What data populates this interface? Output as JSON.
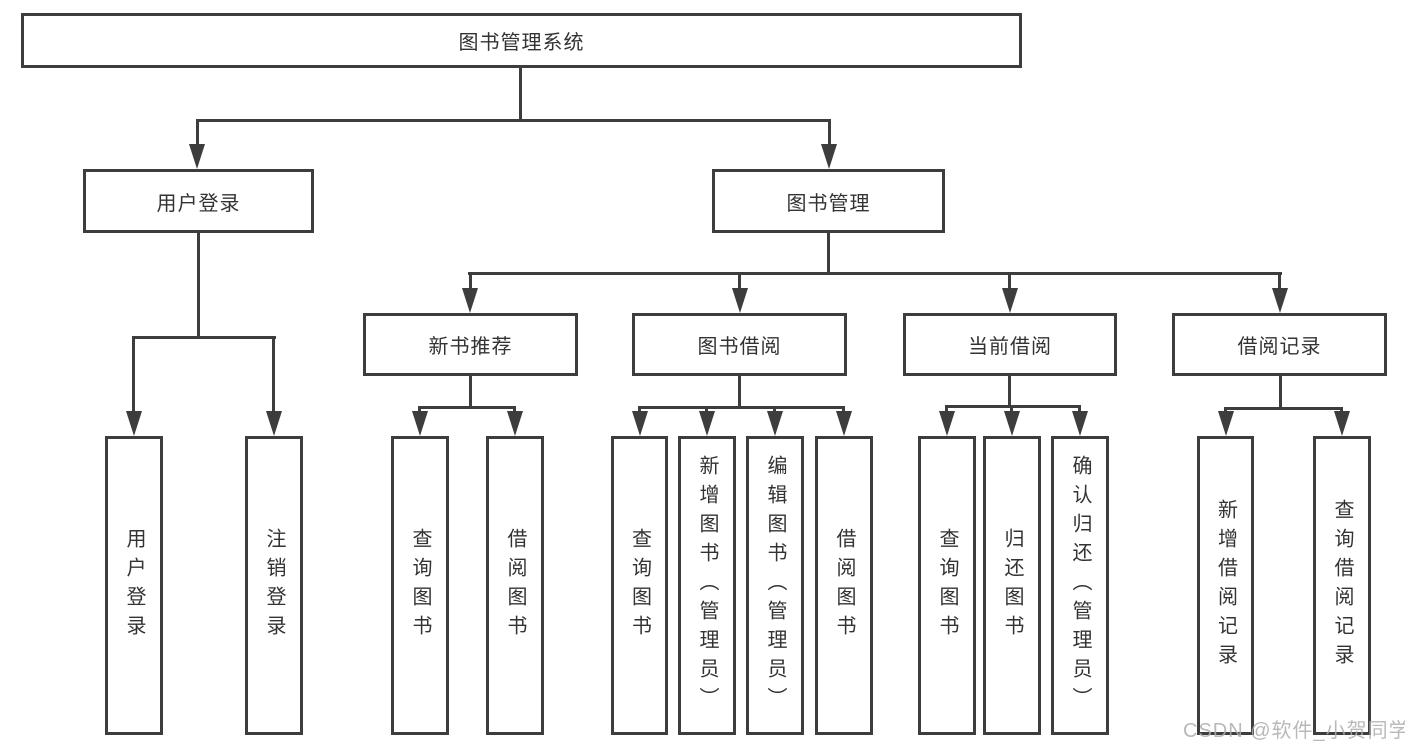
{
  "diagram_title": "图书管理系统",
  "colors": {
    "line": "#3d3d3d",
    "text": "#333333",
    "background": "#ffffff",
    "watermark": "#adadad"
  },
  "nodes": {
    "root": {
      "label": "图书管理系统"
    },
    "level2": [
      {
        "label": "用户登录"
      },
      {
        "label": "图书管理"
      }
    ],
    "level3": [
      {
        "label": "新书推荐",
        "parent": "图书管理"
      },
      {
        "label": "图书借阅",
        "parent": "图书管理"
      },
      {
        "label": "当前借阅",
        "parent": "图书管理"
      },
      {
        "label": "借阅记录",
        "parent": "图书管理"
      }
    ],
    "leaves": [
      {
        "label": "用户登录",
        "parent": "用户登录"
      },
      {
        "label": "注销登录",
        "parent": "用户登录"
      },
      {
        "label": "查询图书",
        "parent": "新书推荐"
      },
      {
        "label": "借阅图书",
        "parent": "新书推荐"
      },
      {
        "label": "查询图书",
        "parent": "图书借阅"
      },
      {
        "label": "新增图书（管理员）",
        "parent": "图书借阅"
      },
      {
        "label": "编辑图书（管理员）",
        "parent": "图书借阅"
      },
      {
        "label": "借阅图书",
        "parent": "图书借阅"
      },
      {
        "label": "查询图书",
        "parent": "当前借阅"
      },
      {
        "label": "归还图书",
        "parent": "当前借阅"
      },
      {
        "label": "确认归还（管理员）",
        "parent": "当前借阅"
      },
      {
        "label": "新增借阅记录",
        "parent": "借阅记录"
      },
      {
        "label": "查询借阅记录",
        "parent": "借阅记录"
      }
    ]
  },
  "watermark": {
    "text": "CSDN @软件_小贺同学"
  }
}
